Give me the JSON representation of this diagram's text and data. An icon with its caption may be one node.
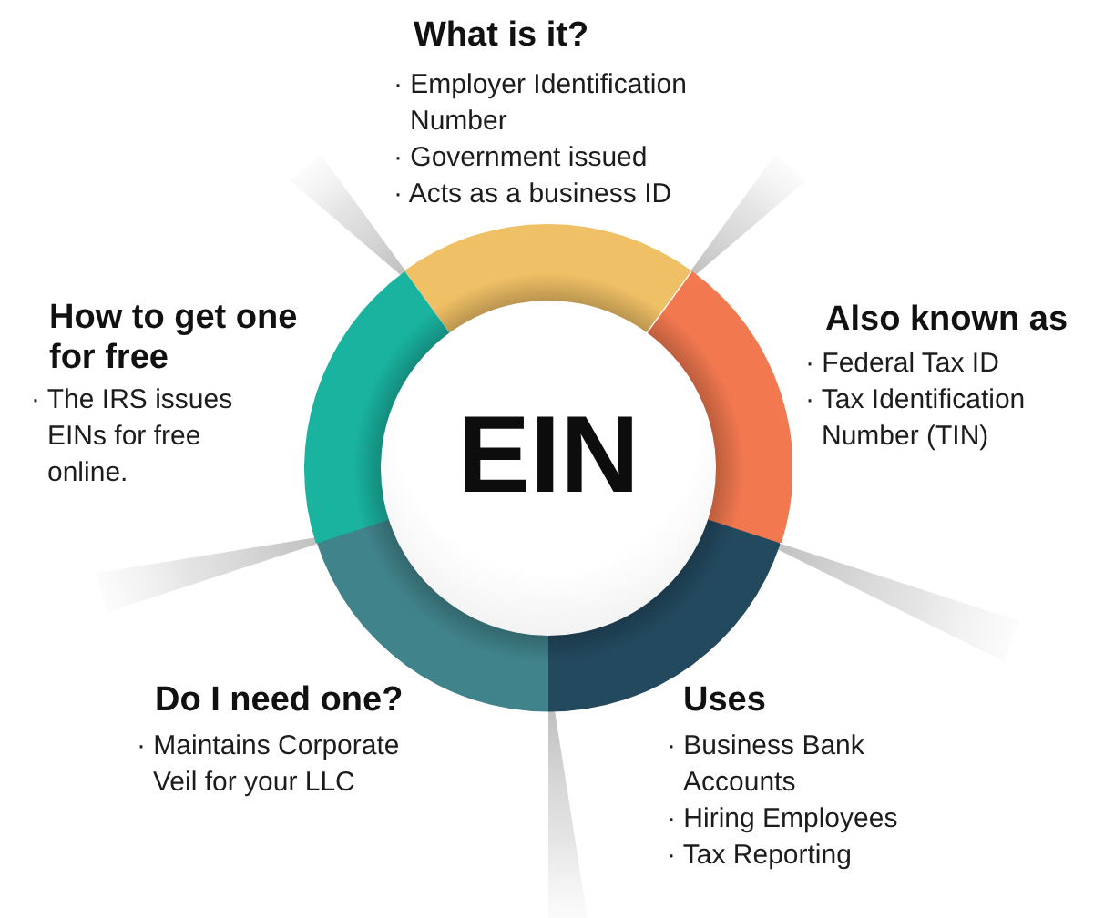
{
  "diagram": {
    "nodes": [
      {
        "text": [],
        "shape": "ray"
      },
      {
        "text": [],
        "shape": "ray"
      },
      {
        "text": [],
        "shape": "arc",
        "beside": [
          "What is it?",
          "· Employer Identification Number",
          "· Government issued",
          "· Acts as a business ID"
        ]
      },
      {
        "text": [],
        "shape": "arc",
        "beside": [
          "How to get one for free",
          "· The IRS issues EINs for free online."
        ]
      },
      {
        "text": [],
        "shape": "arc",
        "beside": [
          "Also known as",
          "· Federal Tax ID",
          "· Tax Identification Number (TIN)"
        ]
      },
      {
        "text": [
          "EIN"
        ]
      },
      {
        "text": [],
        "shape": "ray"
      },
      {
        "text": [],
        "shape": "ray"
      },
      {
        "text": [],
        "shape": "arc",
        "beside": [
          "Do I need one?",
          "· Maintains Corporate Veil for your LLC"
        ]
      },
      {
        "text": [],
        "shape": "arc",
        "beside": [
          "Uses",
          "· Business Bank Accounts",
          "· Hiring Employees",
          "· Tax Reporting"
        ]
      },
      {
        "text": [],
        "shape": "ray"
      }
    ]
  }
}
